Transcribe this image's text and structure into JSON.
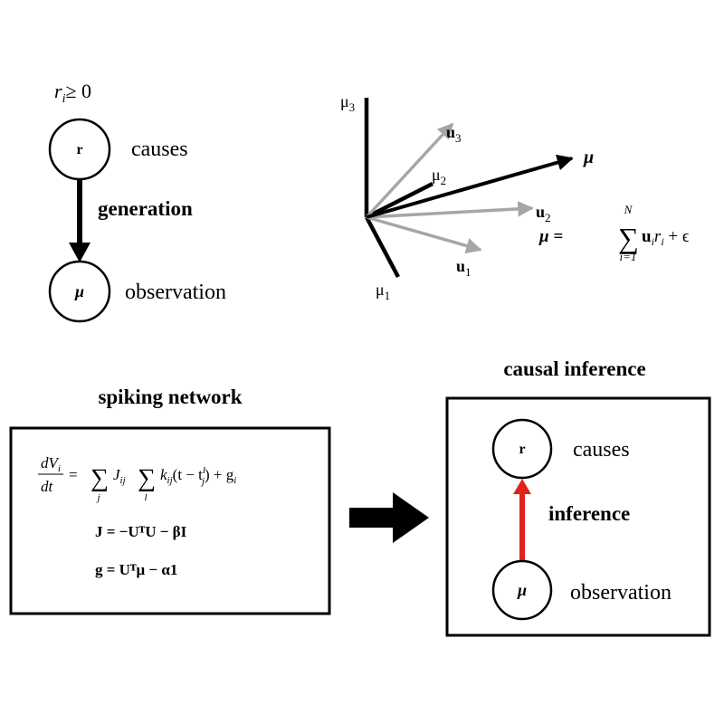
{
  "generative": {
    "constraint_lhs": "r",
    "constraint_sub": "i",
    "constraint_rhs": "≥ 0",
    "node_r": "r",
    "node_mu": "μ",
    "causes_label": "causes",
    "observation_label": "observation",
    "arrow_label": "generation"
  },
  "vectors": {
    "mu_label": "μ",
    "mu1_label": "μ",
    "mu1_sub": "1",
    "mu2_label": "μ",
    "mu2_sub": "2",
    "mu3_label": "μ",
    "mu3_sub": "3",
    "u1_label": "u",
    "u1_sub": "1",
    "u2_label": "u",
    "u2_sub": "2",
    "u3_label": "u",
    "u3_sub": "3",
    "equation": {
      "lhs": "μ = ",
      "sum_upper": "N",
      "sum_lower": "i=1",
      "body": "u",
      "body_sub": "i",
      "body_rest": "r",
      "body_rest_sub": "i",
      "tail": " + ϵ"
    }
  },
  "spiking": {
    "title": "spiking network",
    "eq1_lhs_num": "dV",
    "eq1_lhs_num_sub": "i",
    "eq1_lhs_den": "dt",
    "eq1_equals": "=",
    "eq1_sum1_lower": "j",
    "eq1_J": "J",
    "eq1_J_sub": "ij",
    "eq1_sum2_lower": "l",
    "eq1_k": "k",
    "eq1_k_sub": "ij",
    "eq1_paren": "(t − t",
    "eq1_t_sup": "l",
    "eq1_t_sub": "j",
    "eq1_close": ") + g",
    "eq1_g_sub": "i",
    "eq2": "J = −UᵀU − βI",
    "eq3": "g = Uᵀμ − α1"
  },
  "inference": {
    "title": "causal inference",
    "node_r": "r",
    "node_mu": "μ",
    "causes_label": "causes",
    "observation_label": "observation",
    "arrow_label": "inference",
    "arrow_color": "#e0231c"
  },
  "colors": {
    "gray_vector": "#a6a6a6",
    "black": "#000000"
  }
}
